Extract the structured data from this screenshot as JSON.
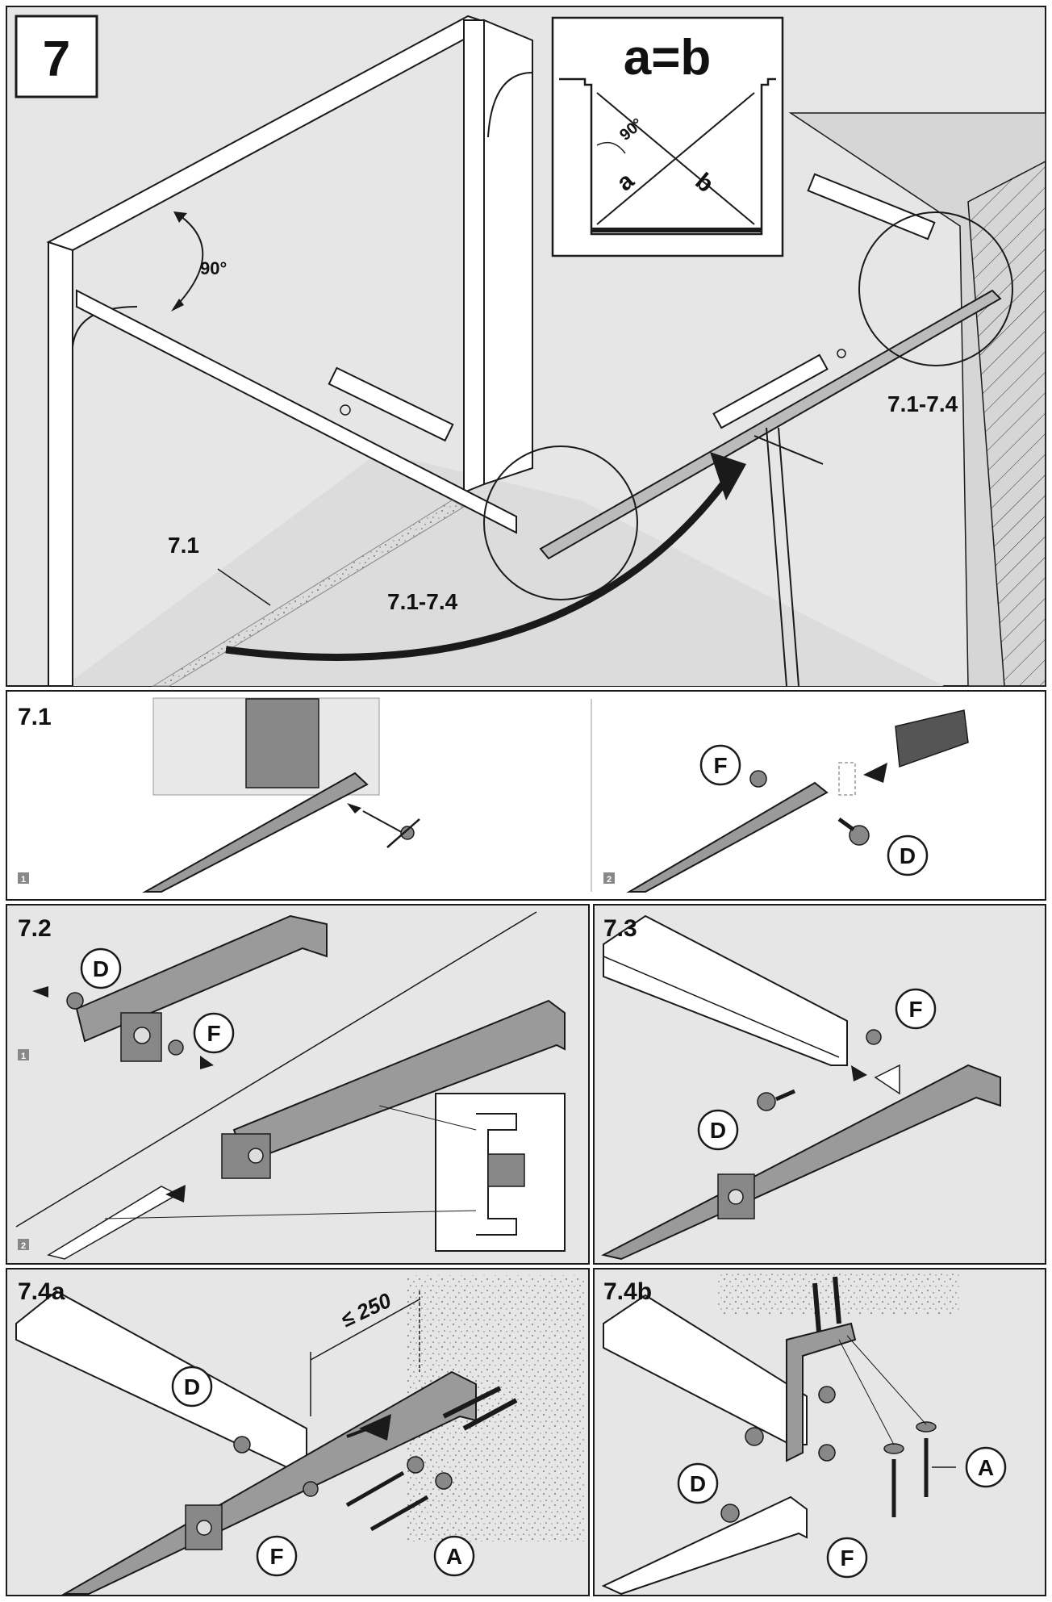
{
  "main": {
    "step_number": "7",
    "inset_formula": "a=b",
    "inset_angle": "90°",
    "inset_diag_a": "a",
    "inset_diag_b": "b",
    "angle_label": "90°",
    "callout_right": "7.1-7.4",
    "callout_left": "7.1-7.4",
    "callout_7_1": "7.1"
  },
  "p71": {
    "title": "7.1",
    "sub1": "1",
    "sub2": "2",
    "label_f": "F",
    "label_d": "D"
  },
  "p72": {
    "title": "7.2",
    "sub1": "1",
    "sub2": "2",
    "label_d": "D",
    "label_f": "F"
  },
  "p73": {
    "title": "7.3",
    "label_f": "F",
    "label_d": "D"
  },
  "p74a": {
    "title": "7.4a",
    "dimension": "≤ 250",
    "label_d": "D",
    "label_f": "F",
    "label_a": "A"
  },
  "p74b": {
    "title": "7.4b",
    "label_d": "D",
    "label_f": "F",
    "label_a": "A"
  },
  "colors": {
    "background": "#e6e6e6",
    "line": "#1a1a1a",
    "part_fill": "#ffffff",
    "dark_part": "#777777"
  }
}
